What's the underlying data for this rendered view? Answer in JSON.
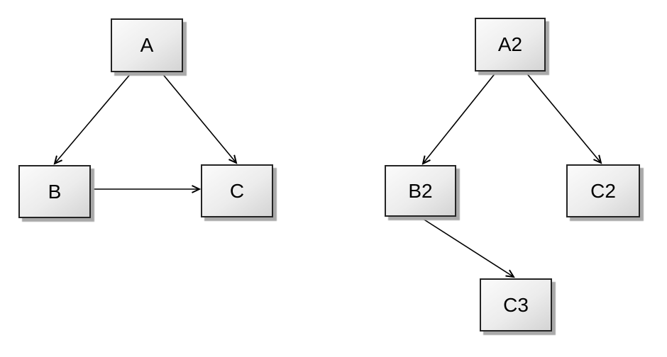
{
  "diagram": {
    "type": "node-link-graph",
    "left_graph": {
      "nodes": [
        {
          "id": "A",
          "label": "A"
        },
        {
          "id": "B",
          "label": "B"
        },
        {
          "id": "C",
          "label": "C"
        }
      ],
      "edges": [
        {
          "from": "A",
          "to": "B"
        },
        {
          "from": "A",
          "to": "C"
        },
        {
          "from": "B",
          "to": "C"
        }
      ]
    },
    "right_graph": {
      "nodes": [
        {
          "id": "A2",
          "label": "A2"
        },
        {
          "id": "B2",
          "label": "B2"
        },
        {
          "id": "C2",
          "label": "C2"
        },
        {
          "id": "C3",
          "label": "C3"
        }
      ],
      "edges": [
        {
          "from": "A2",
          "to": "B2"
        },
        {
          "from": "A2",
          "to": "C2"
        },
        {
          "from": "B2",
          "to": "C3"
        }
      ]
    },
    "style": {
      "canvas_bg": "#ffffff",
      "node_border": "#242424",
      "edge_color": "#000000",
      "shadow_color": "#a9a9a9",
      "node_fill_light": "#fbfbfb",
      "node_fill_mid": "#ececec",
      "node_fill_dark": "#d4d4d4"
    }
  }
}
